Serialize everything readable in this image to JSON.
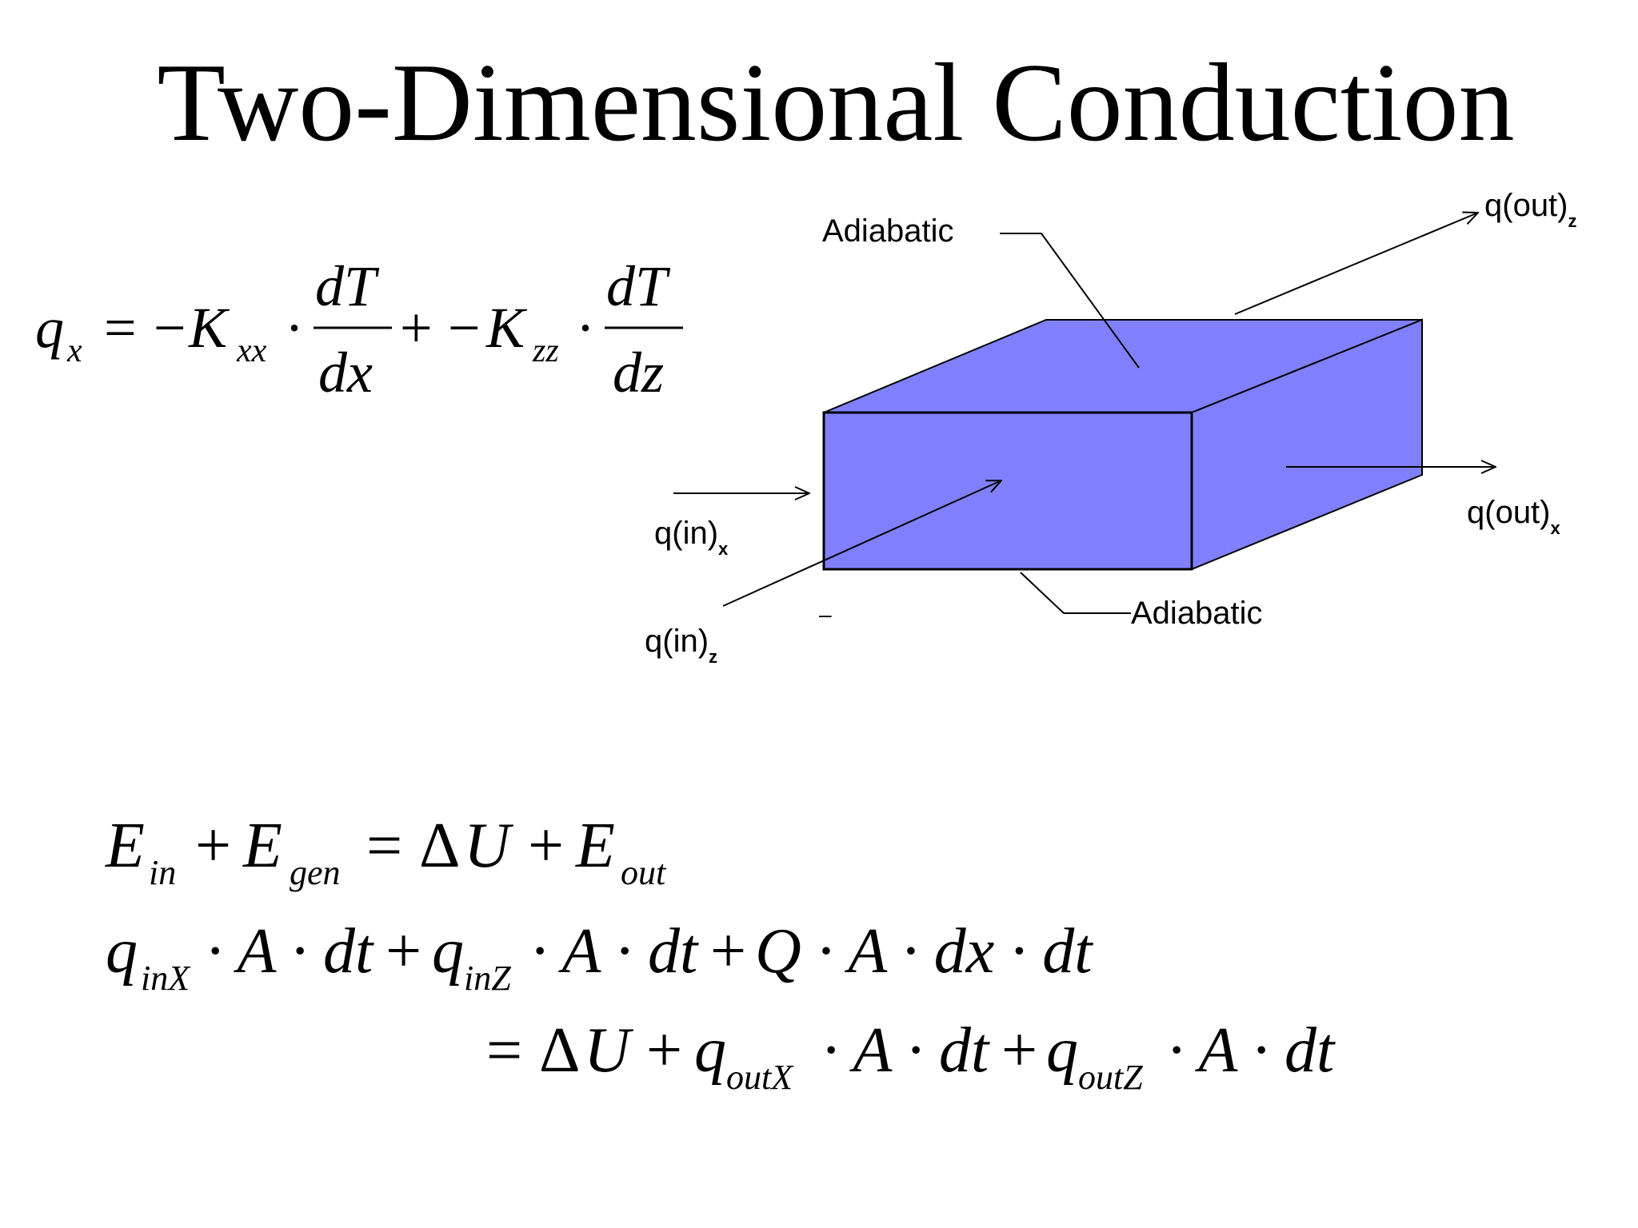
{
  "slide": {
    "title": "Two-Dimensional Conduction"
  },
  "diagram": {
    "box_color": "#8080ff",
    "labels": {
      "adiabatic_top": "Adiabatic",
      "adiabatic_bottom": "Adiabatic",
      "q_out_z": "q(out)",
      "q_out_z_sub": "z",
      "q_out_x": "q(out)",
      "q_out_x_sub": "x",
      "q_in_x": "q(in)",
      "q_in_x_sub": "x",
      "q_in_z": "q(in)",
      "q_in_z_sub": "z",
      "stray_mark": "–"
    }
  },
  "equations": {
    "flux": {
      "q": "q",
      "q_sub": "x",
      "eq": "=",
      "neg1": "−",
      "K1": "K",
      "K1_sub": "xx",
      "dot1": "·",
      "frac1_num": "dT",
      "frac1_den": "dx",
      "plus": "+",
      "neg2": "−",
      "K2": "K",
      "K2_sub": "zz",
      "dot2": "·",
      "frac2_num": "dT",
      "frac2_den": "dz"
    },
    "energy": {
      "E1": "E",
      "E1_sub": "in",
      "plus1": "+",
      "E2": "E",
      "E2_sub": "gen",
      "eq": "=",
      "delta": "Δ",
      "U": "U",
      "plus2": "+",
      "E3": "E",
      "E3_sub": "out"
    },
    "line2": {
      "q1": "q",
      "q1_sub": "inX",
      "t1": "· A · dt",
      "plus1": "+",
      "q2": "q",
      "q2_sub": "inZ",
      "t2": "· A · dt",
      "plus2": "+",
      "t3": "Q · A · dx · dt"
    },
    "line3": {
      "eq": "=",
      "delta": "Δ",
      "U": "U",
      "plus1": "+",
      "q1": "q",
      "q1_sub": "outX",
      "t1": "· A · dt",
      "plus2": "+",
      "q2": "q",
      "q2_sub": "outZ",
      "t2": "· A · dt"
    }
  }
}
